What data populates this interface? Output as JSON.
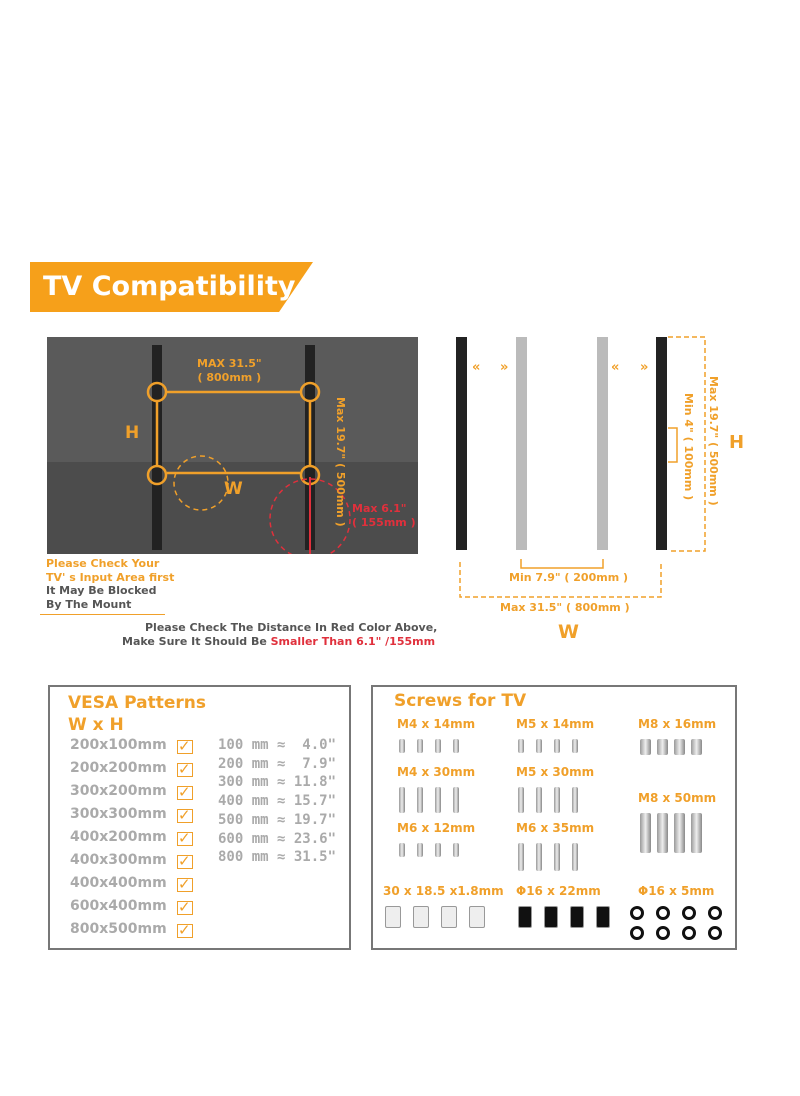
{
  "banner": {
    "title": "TV  Compatibility"
  },
  "tv_diagram": {
    "max_w": "MAX  31.5\"",
    "max_w_mm": "( 800mm )",
    "max_h": "Max  19.7\"",
    "max_h_mm": "( 500mm )",
    "h_label": "H",
    "w_label": "W",
    "max_depth": "Max  6.1\"",
    "max_depth_mm": "( 155mm )",
    "input_note": [
      "Please Check Your",
      "TV' s Input Area first"
    ],
    "blocked_note": [
      "It May Be Blocked",
      "By The Mount"
    ],
    "distance_note_1": "Please Check The Distance In Red Color Above,",
    "distance_note_2": "Make Sure It Should Be ",
    "distance_note_red": "Smaller Than 6.1\"  /155mm"
  },
  "bracket_diagram": {
    "max_h": "Max  19.7\"  ( 500mm )",
    "min_h": "Min  4\"  ( 100mm )",
    "h_label": "H",
    "min_w": "Min  7.9\"  ( 200mm )",
    "max_w": "Max  31.5\"  ( 800mm )",
    "w_label": "W"
  },
  "vesa": {
    "title": "VESA Patterns",
    "subtitle": "W x H",
    "patterns": [
      "200x100mm",
      "200x200mm",
      "300x200mm",
      "300x300mm",
      "400x200mm",
      "400x300mm",
      "400x400mm",
      "600x400mm",
      "800x500mm"
    ],
    "conversions": [
      "100 mm ≈  4.0\"",
      "200 mm ≈  7.9\"",
      "300 mm ≈ 11.8\"",
      "400 mm ≈ 15.7\"",
      "500 mm ≈ 19.7\"",
      "600 mm ≈ 23.6\"",
      "800 mm ≈ 31.5\""
    ]
  },
  "screws": {
    "title": "Screws for TV",
    "items": [
      "M4 x 14mm",
      "M5 x 14mm",
      "M8 x 16mm",
      "M4 x 30mm",
      "M5 x 30mm",
      "M8 x 50mm",
      "M6 x 12mm",
      "M6 x 35mm",
      "30 x 18.5 x1.8mm",
      "Φ16 x 22mm",
      "Φ16 x 5mm"
    ]
  },
  "colors": {
    "accent": "#f6a01a",
    "warning": "#e0303c"
  }
}
